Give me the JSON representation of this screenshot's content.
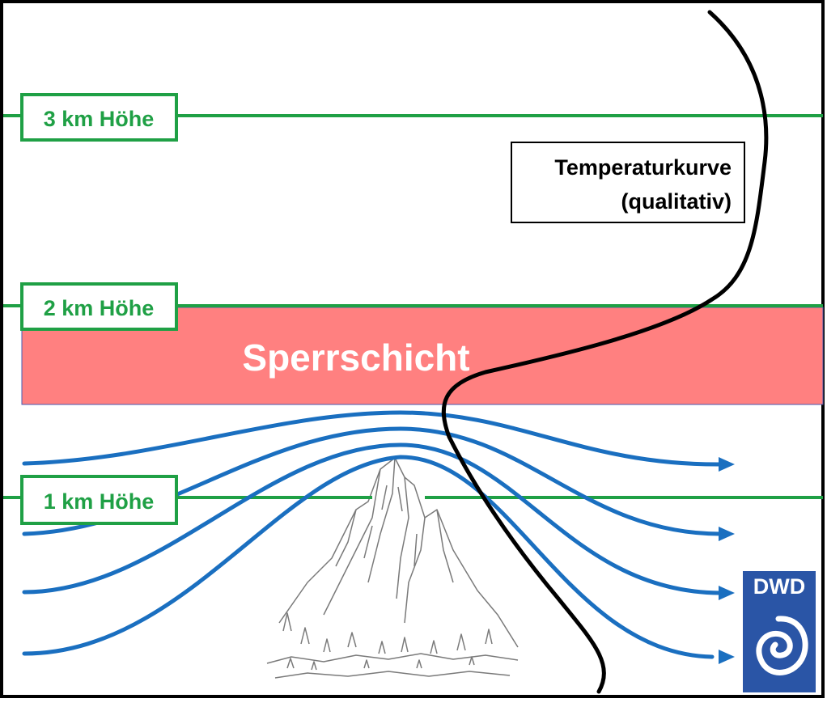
{
  "height_levels": [
    {
      "label": "3 km Höhe"
    },
    {
      "label": "2 km Höhe"
    },
    {
      "label": "1 km Höhe"
    }
  ],
  "barrier_layer": {
    "label": "Sperrschicht"
  },
  "temperature_curve": {
    "label_line1": "Temperaturkurve",
    "label_line2": "(qualitativ)"
  },
  "logo": {
    "text": "DWD"
  },
  "colors": {
    "height_line": "#1fa045",
    "barrier_fill": "#ff8080",
    "flow_lines": "#1a6fc0",
    "temperature_curve": "#000000",
    "logo_background": "#2a55a6"
  }
}
